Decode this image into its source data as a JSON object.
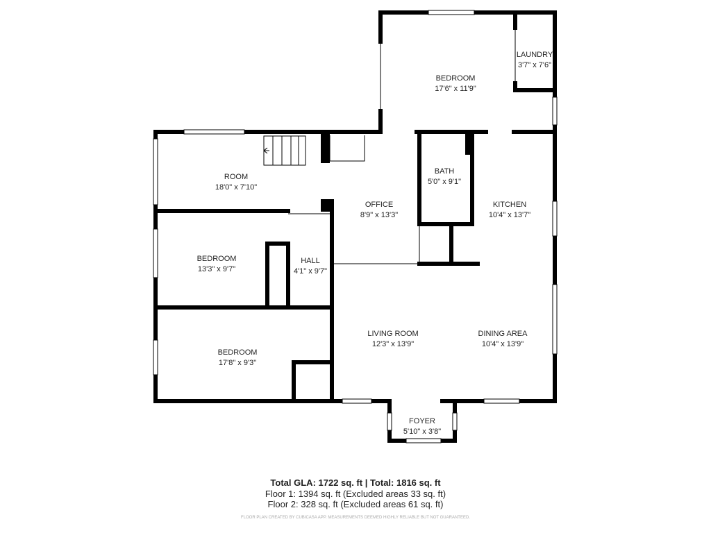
{
  "rooms": [
    {
      "name": "BEDROOM",
      "size": "17'6\" x 11'9\""
    },
    {
      "name": "LAUNDRY",
      "size": "3'7\" x 7'6\""
    },
    {
      "name": "ROOM",
      "size": "18'0\" x 7'10\""
    },
    {
      "name": "OFFICE",
      "size": "8'9\" x 13'3\""
    },
    {
      "name": "BATH",
      "size": "5'0\" x 9'1\""
    },
    {
      "name": "KITCHEN",
      "size": "10'4\" x 13'7\""
    },
    {
      "name": "BEDROOM",
      "size": "13'3\" x 9'7\""
    },
    {
      "name": "HALL",
      "size": "4'1\" x 9'7\""
    },
    {
      "name": "LIVING ROOM",
      "size": "12'3\" x 13'9\""
    },
    {
      "name": "DINING AREA",
      "size": "10'4\" x 13'9\""
    },
    {
      "name": "BEDROOM",
      "size": "17'8\" x 9'3\""
    },
    {
      "name": "FOYER",
      "size": "5'10\" x 3'8\""
    }
  ],
  "summary": {
    "total": "Total GLA: 1722 sq. ft | Total: 1816 sq. ft",
    "floor1": "Floor 1: 1394 sq. ft (Excluded areas 33 sq. ft)",
    "floor2": "Floor 2: 328 sq. ft (Excluded areas 61 sq. ft)",
    "disclaimer": "FLOOR PLAN CREATED BY CUBICASA APP. MEASUREMENTS DEEMED HIGHLY RELIABLE BUT NOT GUARANTEED."
  },
  "colors": {
    "wall": "#000000",
    "window": "#ffffff",
    "text": "#222222"
  }
}
